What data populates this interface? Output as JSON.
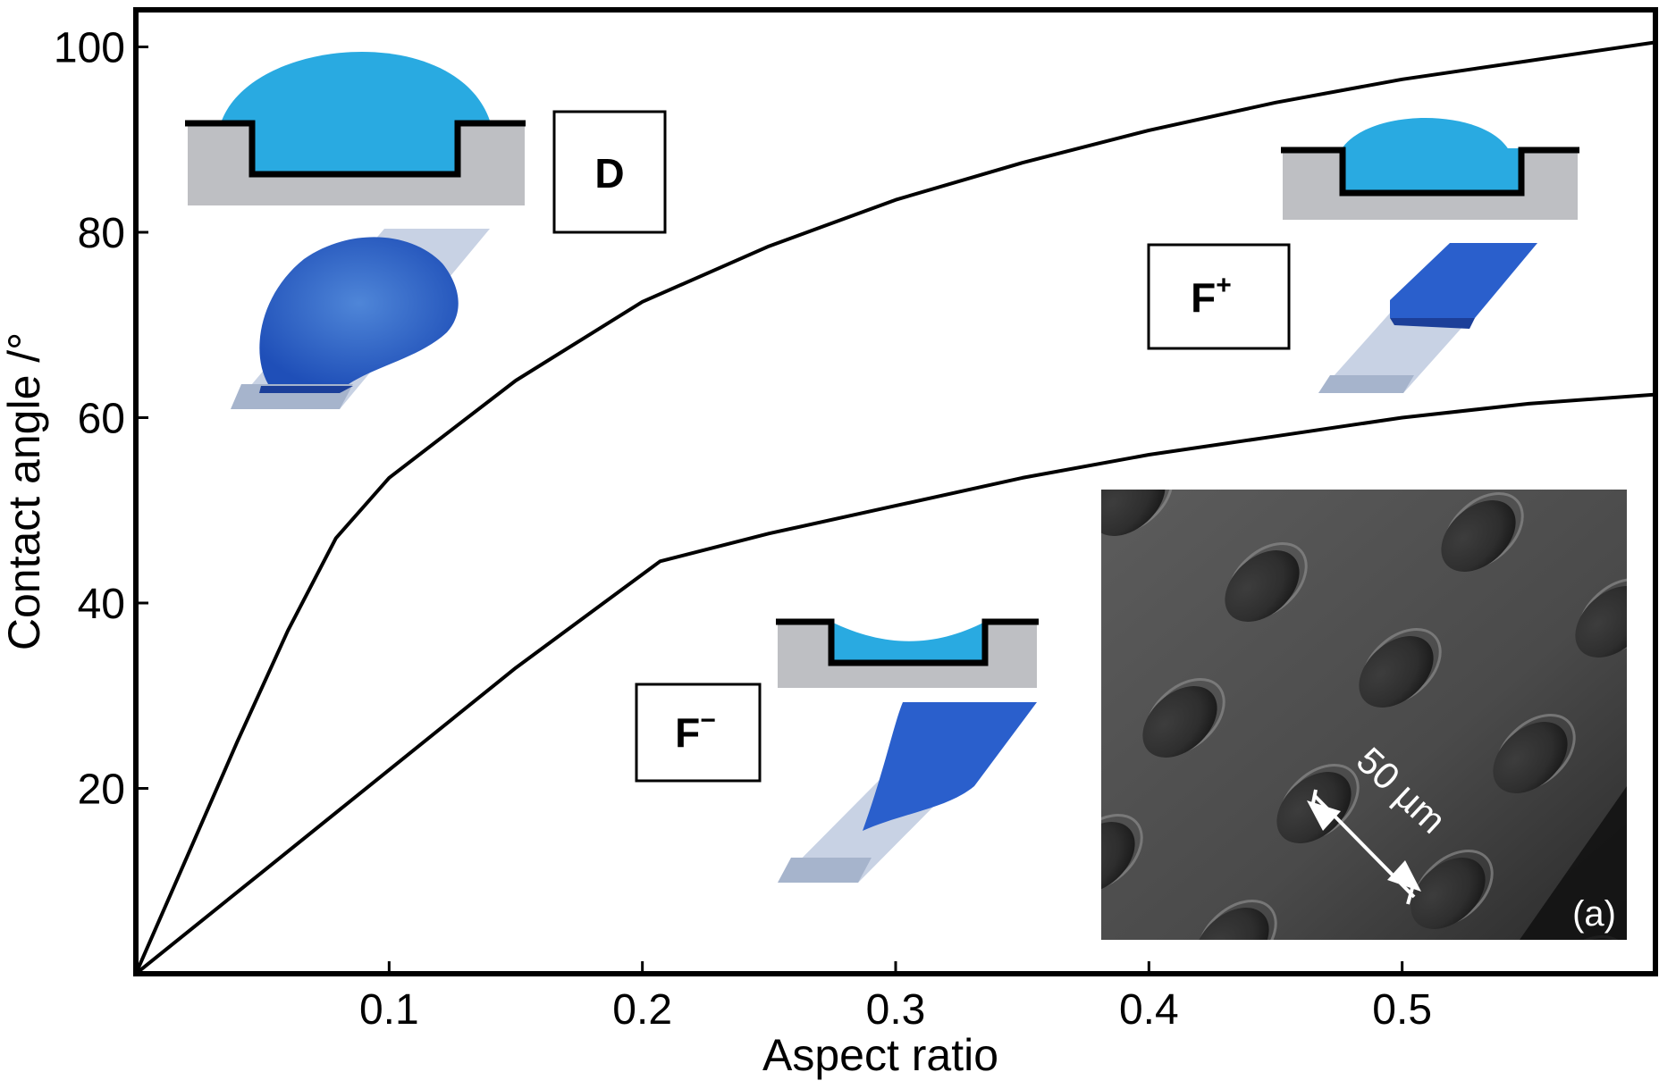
{
  "chart_data": {
    "type": "line",
    "title": "",
    "xlabel": "Aspect ratio",
    "ylabel": "Contact angle /°",
    "xlim": [
      0,
      0.6
    ],
    "ylim": [
      0,
      104
    ],
    "xticks": [
      0.1,
      0.2,
      0.3,
      0.4,
      0.5
    ],
    "xtick_labels": [
      "0.1",
      "0.2",
      "0.3",
      "0.4",
      "0.5"
    ],
    "yticks": [
      20,
      40,
      60,
      80,
      100
    ],
    "ytick_labels": [
      "20",
      "40",
      "60",
      "80",
      "100"
    ],
    "grid": false,
    "legend": "none",
    "series": [
      {
        "x": [
          0,
          0.02,
          0.04,
          0.06,
          0.079,
          0.1,
          0.15,
          0.2,
          0.25,
          0.3,
          0.35,
          0.4,
          0.45,
          0.5,
          0.55,
          0.6
        ],
        "y": [
          0,
          12.5,
          25,
          37,
          47,
          53.5,
          64,
          72.5,
          78.5,
          83.5,
          87.5,
          91,
          94,
          96.5,
          98.5,
          100.5
        ]
      },
      {
        "x": [
          0,
          0.05,
          0.1,
          0.15,
          0.207,
          0.25,
          0.3,
          0.35,
          0.4,
          0.45,
          0.5,
          0.55,
          0.6
        ],
        "y": [
          0,
          11,
          22,
          33,
          44.5,
          47.5,
          50.5,
          53.5,
          56,
          58,
          60,
          61.5,
          62.5
        ]
      }
    ],
    "annotations": [
      {
        "label": "D",
        "superscript": ""
      },
      {
        "label": "F",
        "superscript": "+"
      },
      {
        "label": "F",
        "superscript": "−"
      }
    ],
    "inset_micrograph": {
      "scale_bar": "50 µm",
      "panel_label": "(a)"
    },
    "colors": {
      "curve": "#000000",
      "drop_light": "#29aae1",
      "drop_dark": "#1f5fc8",
      "substrate": "#bebfc3",
      "channel_shadow": "#b6c2d6"
    }
  }
}
